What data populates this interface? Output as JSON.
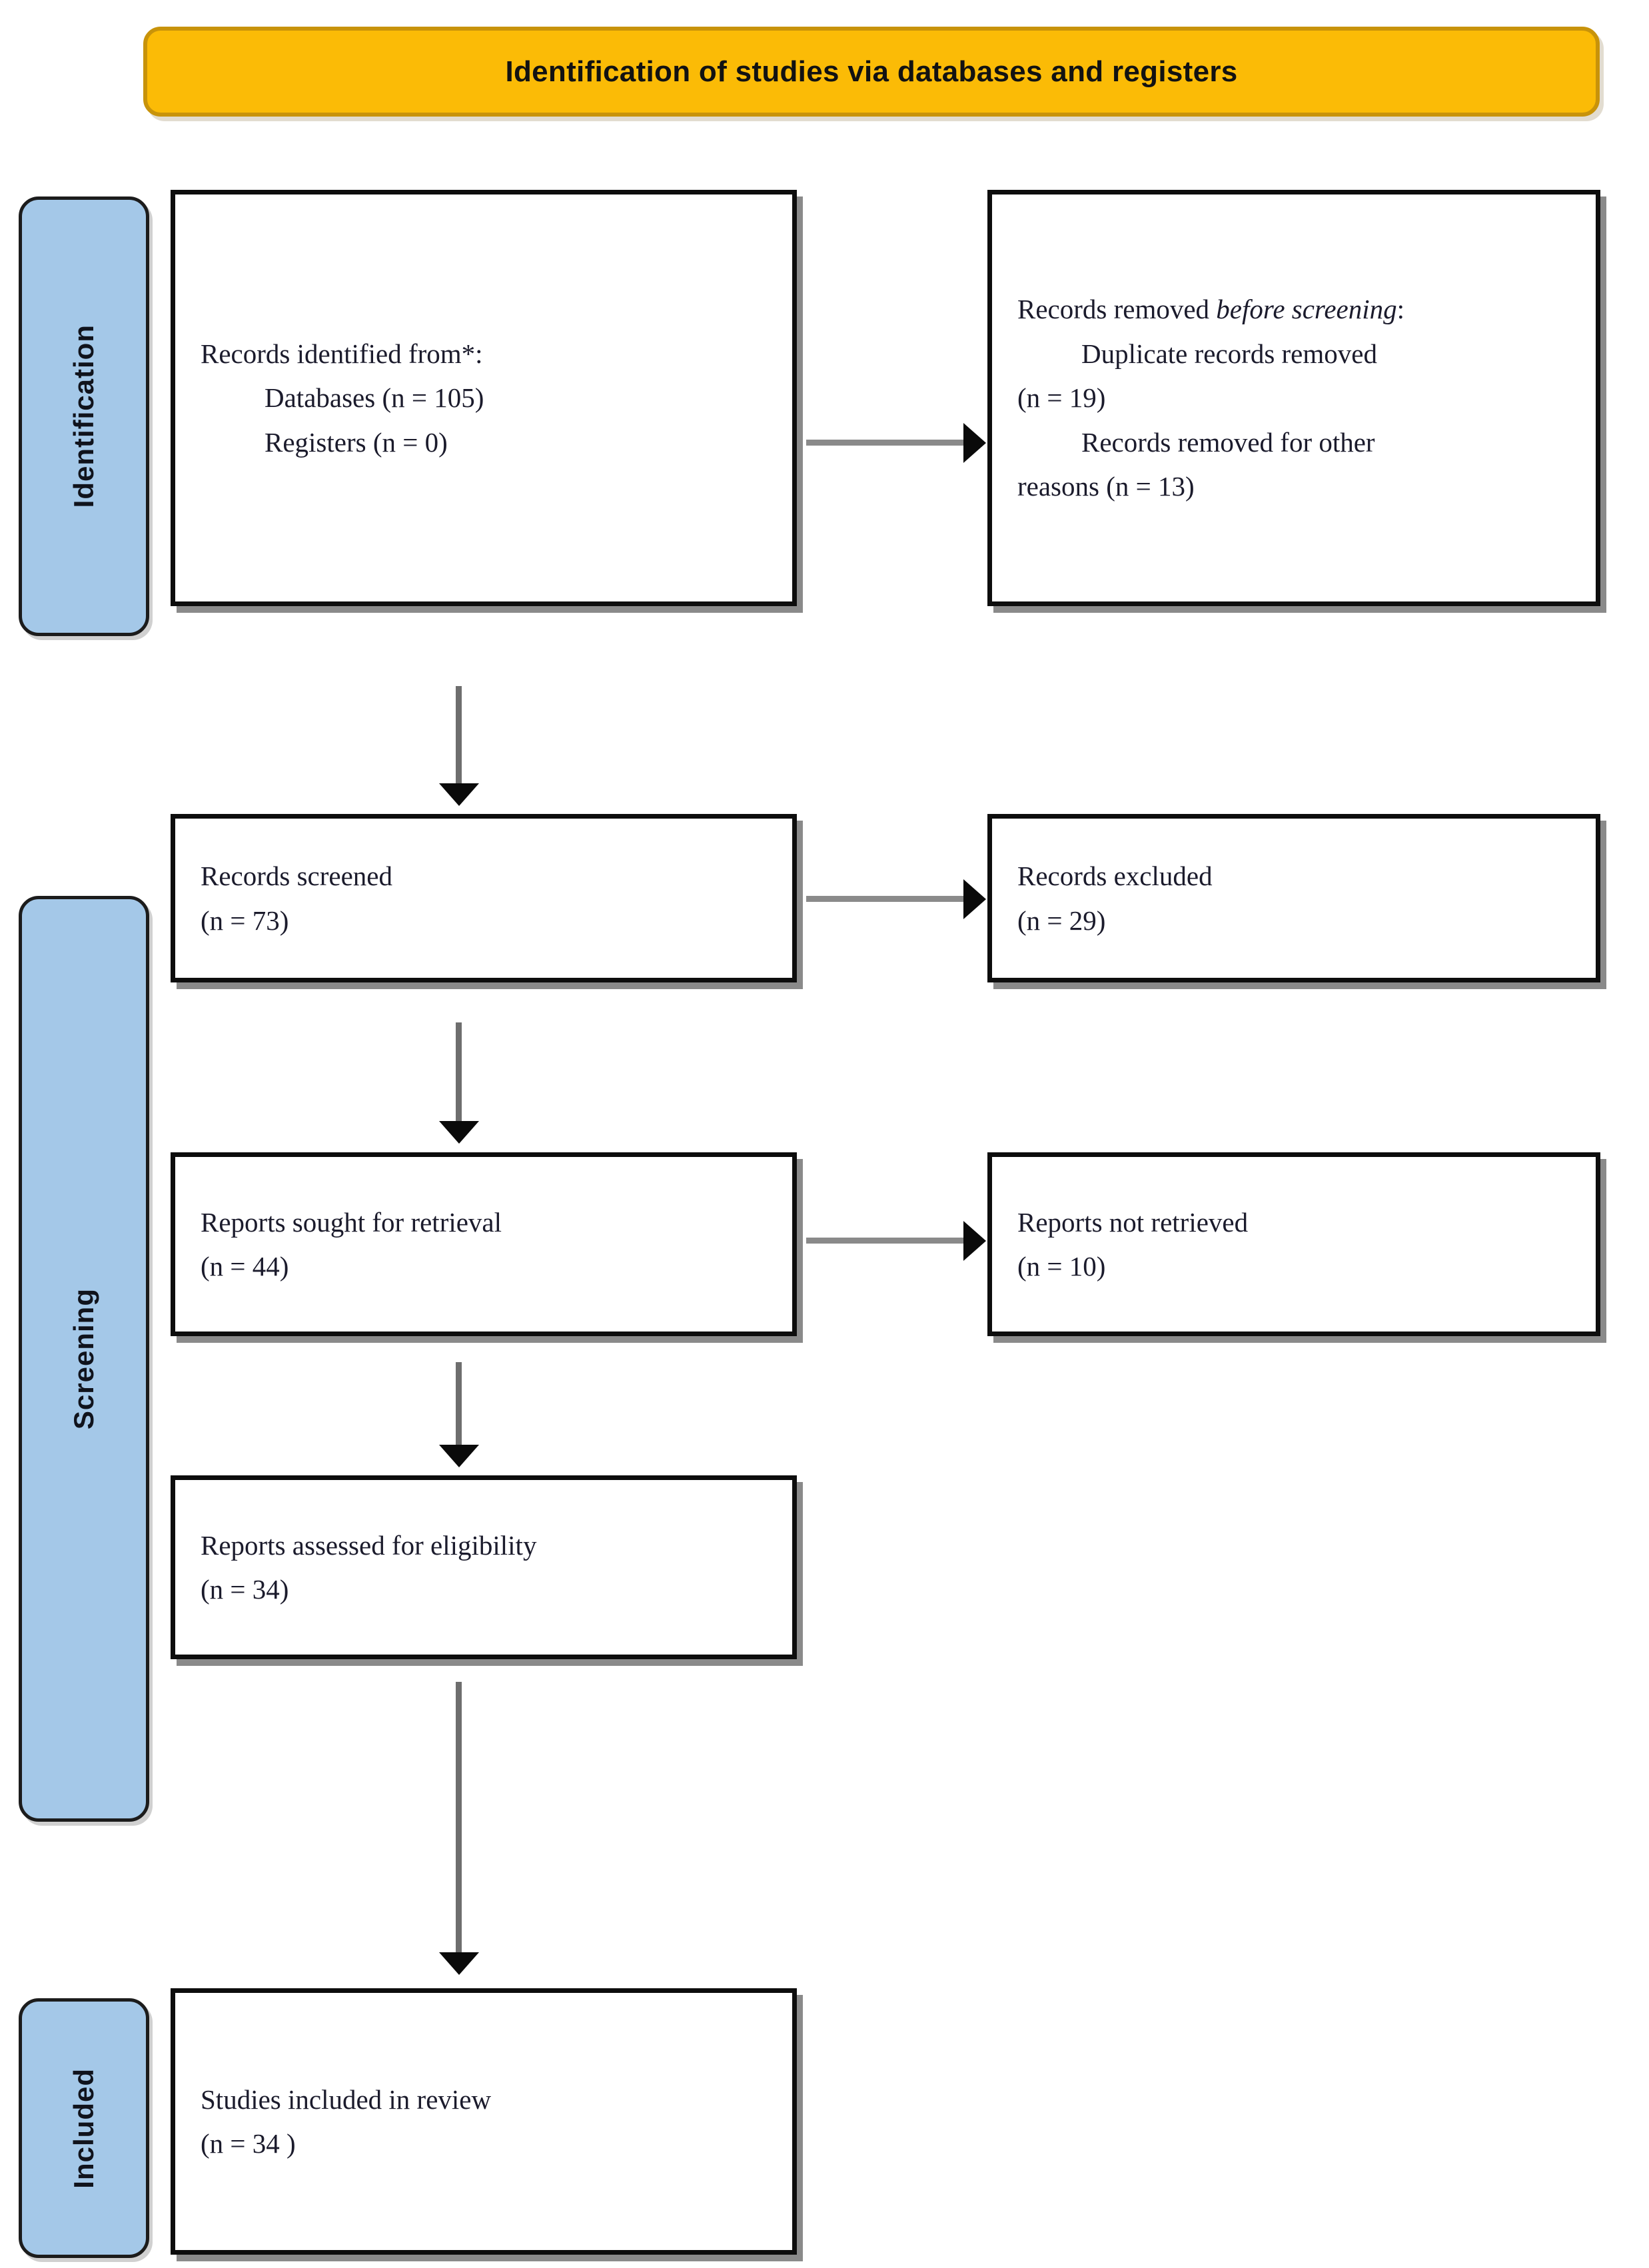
{
  "banner": {
    "title": "Identification of studies via databases and registers"
  },
  "stages": {
    "identification": "Identification",
    "screening": "Screening",
    "included": "Included"
  },
  "boxes": {
    "identified": {
      "line1": "Records identified from*:",
      "line2": "Databases (n = 105)",
      "line3": "Registers (n = 0)"
    },
    "removed": {
      "heading_prefix": "Records removed ",
      "heading_italic": "before screening",
      "heading_suffix": ":",
      "line1": "Duplicate records removed",
      "line2": "(n = 19)",
      "line3": "Records removed for other",
      "line4": "reasons (n = 13)"
    },
    "screened": {
      "line1": "Records screened",
      "line2": "(n = 73)"
    },
    "excluded": {
      "line1": "Records excluded",
      "line2": "(n = 29)"
    },
    "sought": {
      "line1": "Reports sought for retrieval",
      "line2": "(n = 44)"
    },
    "not_retrieved": {
      "line1": "Reports not retrieved",
      "line2": "(n = 10)"
    },
    "assessed": {
      "line1": "Reports assessed for eligibility",
      "line2": "(n = 34)"
    },
    "included": {
      "line1": "Studies included in review",
      "line2": "(n = 34 )"
    }
  },
  "chart_data": {
    "type": "diagram",
    "title": "Identification of studies via databases and registers",
    "diagram_kind": "PRISMA 2020 flow diagram",
    "stages": [
      "Identification",
      "Screening",
      "Included"
    ],
    "nodes": [
      {
        "id": "identified",
        "stage": "Identification",
        "label": "Records identified from*",
        "databases": 105,
        "registers": 0
      },
      {
        "id": "removed",
        "stage": "Identification",
        "label": "Records removed before screening",
        "duplicate_records_removed": 19,
        "removed_other_reasons": 13
      },
      {
        "id": "screened",
        "stage": "Screening",
        "label": "Records screened",
        "n": 73
      },
      {
        "id": "excluded",
        "stage": "Screening",
        "label": "Records excluded",
        "n": 29
      },
      {
        "id": "sought",
        "stage": "Screening",
        "label": "Reports sought for retrieval",
        "n": 44
      },
      {
        "id": "not_retrieved",
        "stage": "Screening",
        "label": "Reports not retrieved",
        "n": 10
      },
      {
        "id": "assessed",
        "stage": "Screening",
        "label": "Reports assessed for eligibility",
        "n": 34
      },
      {
        "id": "included",
        "stage": "Included",
        "label": "Studies included in review",
        "n": 34
      }
    ],
    "edges": [
      {
        "from": "identified",
        "to": "removed",
        "direction": "right"
      },
      {
        "from": "identified",
        "to": "screened",
        "direction": "down"
      },
      {
        "from": "screened",
        "to": "excluded",
        "direction": "right"
      },
      {
        "from": "screened",
        "to": "sought",
        "direction": "down"
      },
      {
        "from": "sought",
        "to": "not_retrieved",
        "direction": "right"
      },
      {
        "from": "sought",
        "to": "assessed",
        "direction": "down"
      },
      {
        "from": "assessed",
        "to": "included",
        "direction": "down"
      }
    ],
    "colors": {
      "banner_fill": "#FBBB06",
      "banner_border": "#C8930A",
      "stage_fill": "#A4C8E8",
      "stage_border": "#1c1c1c",
      "box_border": "#0d0d0d",
      "arrow": "#6e6e6e"
    }
  }
}
